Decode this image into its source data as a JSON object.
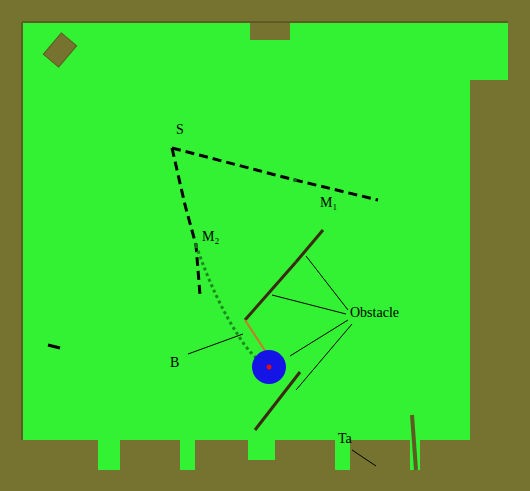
{
  "diagram": {
    "labels": [
      "S",
      "M₁",
      "M₂",
      "Obstacle",
      "B",
      "Ta"
    ]
  }
}
